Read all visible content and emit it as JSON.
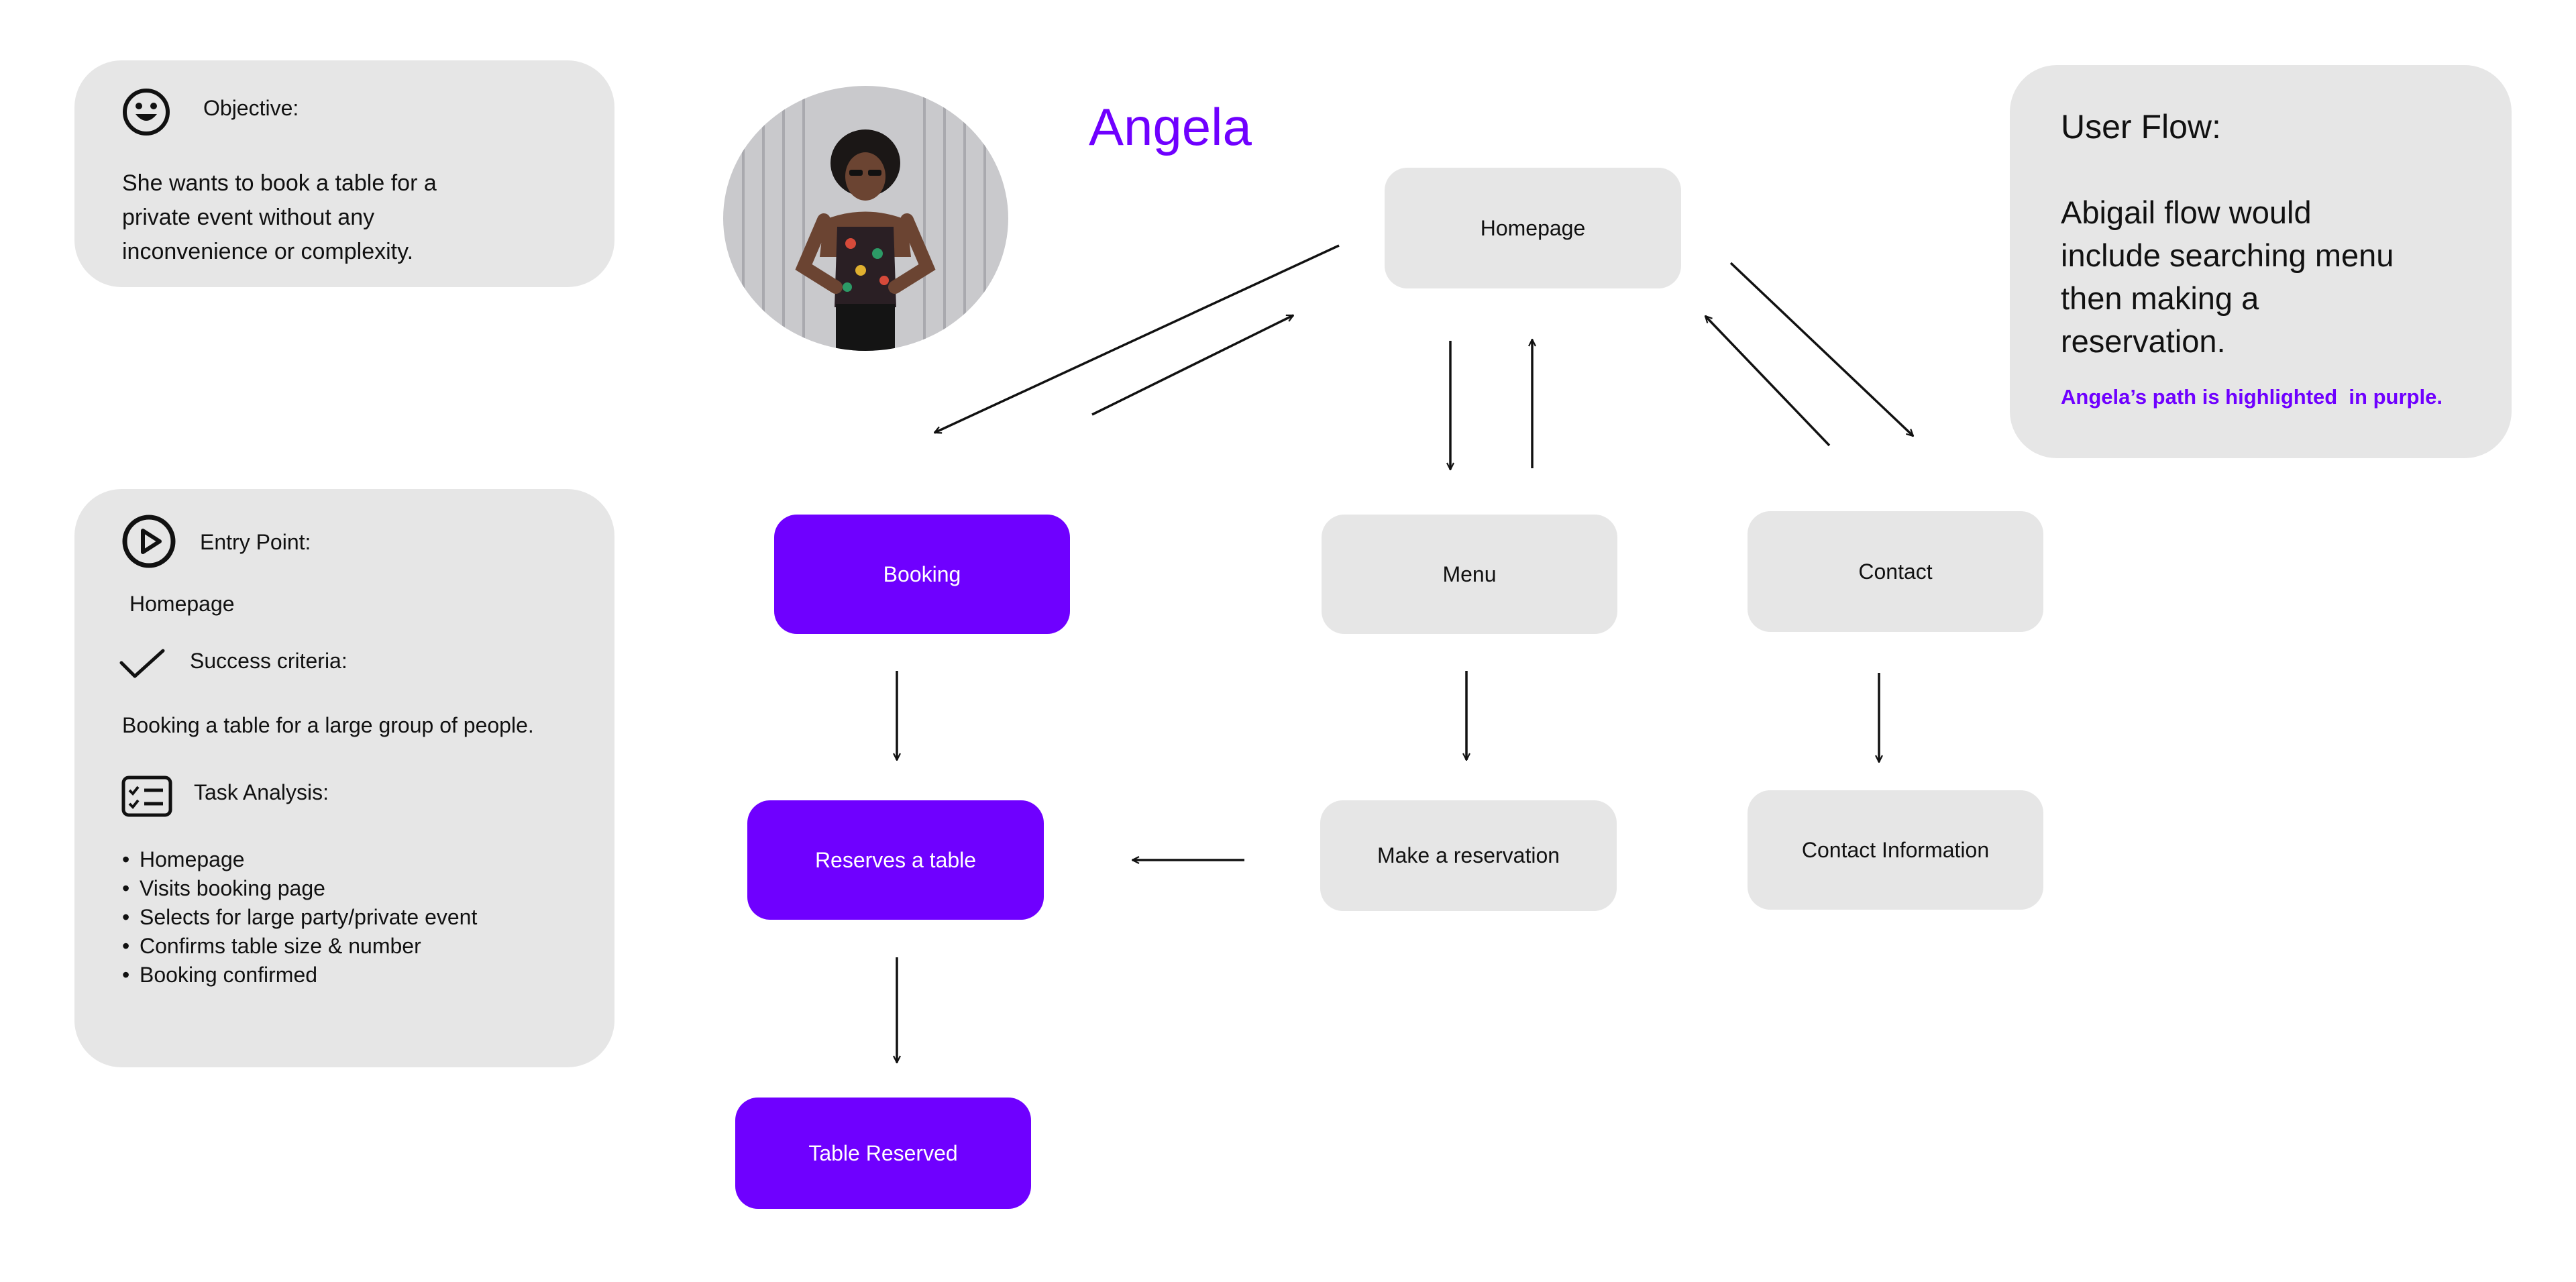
{
  "objective": {
    "heading": "Objective:",
    "text_lines": [
      "She wants to book a table for a",
      "private event without any",
      "inconvenience or complexity."
    ]
  },
  "entry": {
    "entry_label": "Entry Point:",
    "entry_value": "Homepage",
    "success_label": "Success criteria:",
    "success_value": "Booking a table for a large group of people.",
    "task_label": "Task Analysis:",
    "tasks": [
      "Homepage",
      "Visits booking page",
      "Selects for large party/private event",
      "Confirms table size & number",
      "Booking confirmed"
    ]
  },
  "persona": {
    "name": "Angela"
  },
  "user_flow": {
    "heading": "User Flow:",
    "text_lines": [
      "Abigail flow would",
      "include searching menu",
      "then making a",
      "reservation."
    ],
    "note": "Angela’s path is highlighted  in purple."
  },
  "flow": {
    "homepage": "Homepage",
    "booking": "Booking",
    "menu": "Menu",
    "contact": "Contact",
    "reserves": "Reserves a table",
    "make_reservation": "Make a reservation",
    "contact_info": "Contact Information",
    "table_reserved": "Table Reserved"
  },
  "colors": {
    "accent": "#6f00ff",
    "card": "#e6e6e6",
    "text": "#111111"
  },
  "icons": [
    "smiley-face-icon",
    "play-circle-icon",
    "checkmark-icon",
    "checklist-icon"
  ]
}
